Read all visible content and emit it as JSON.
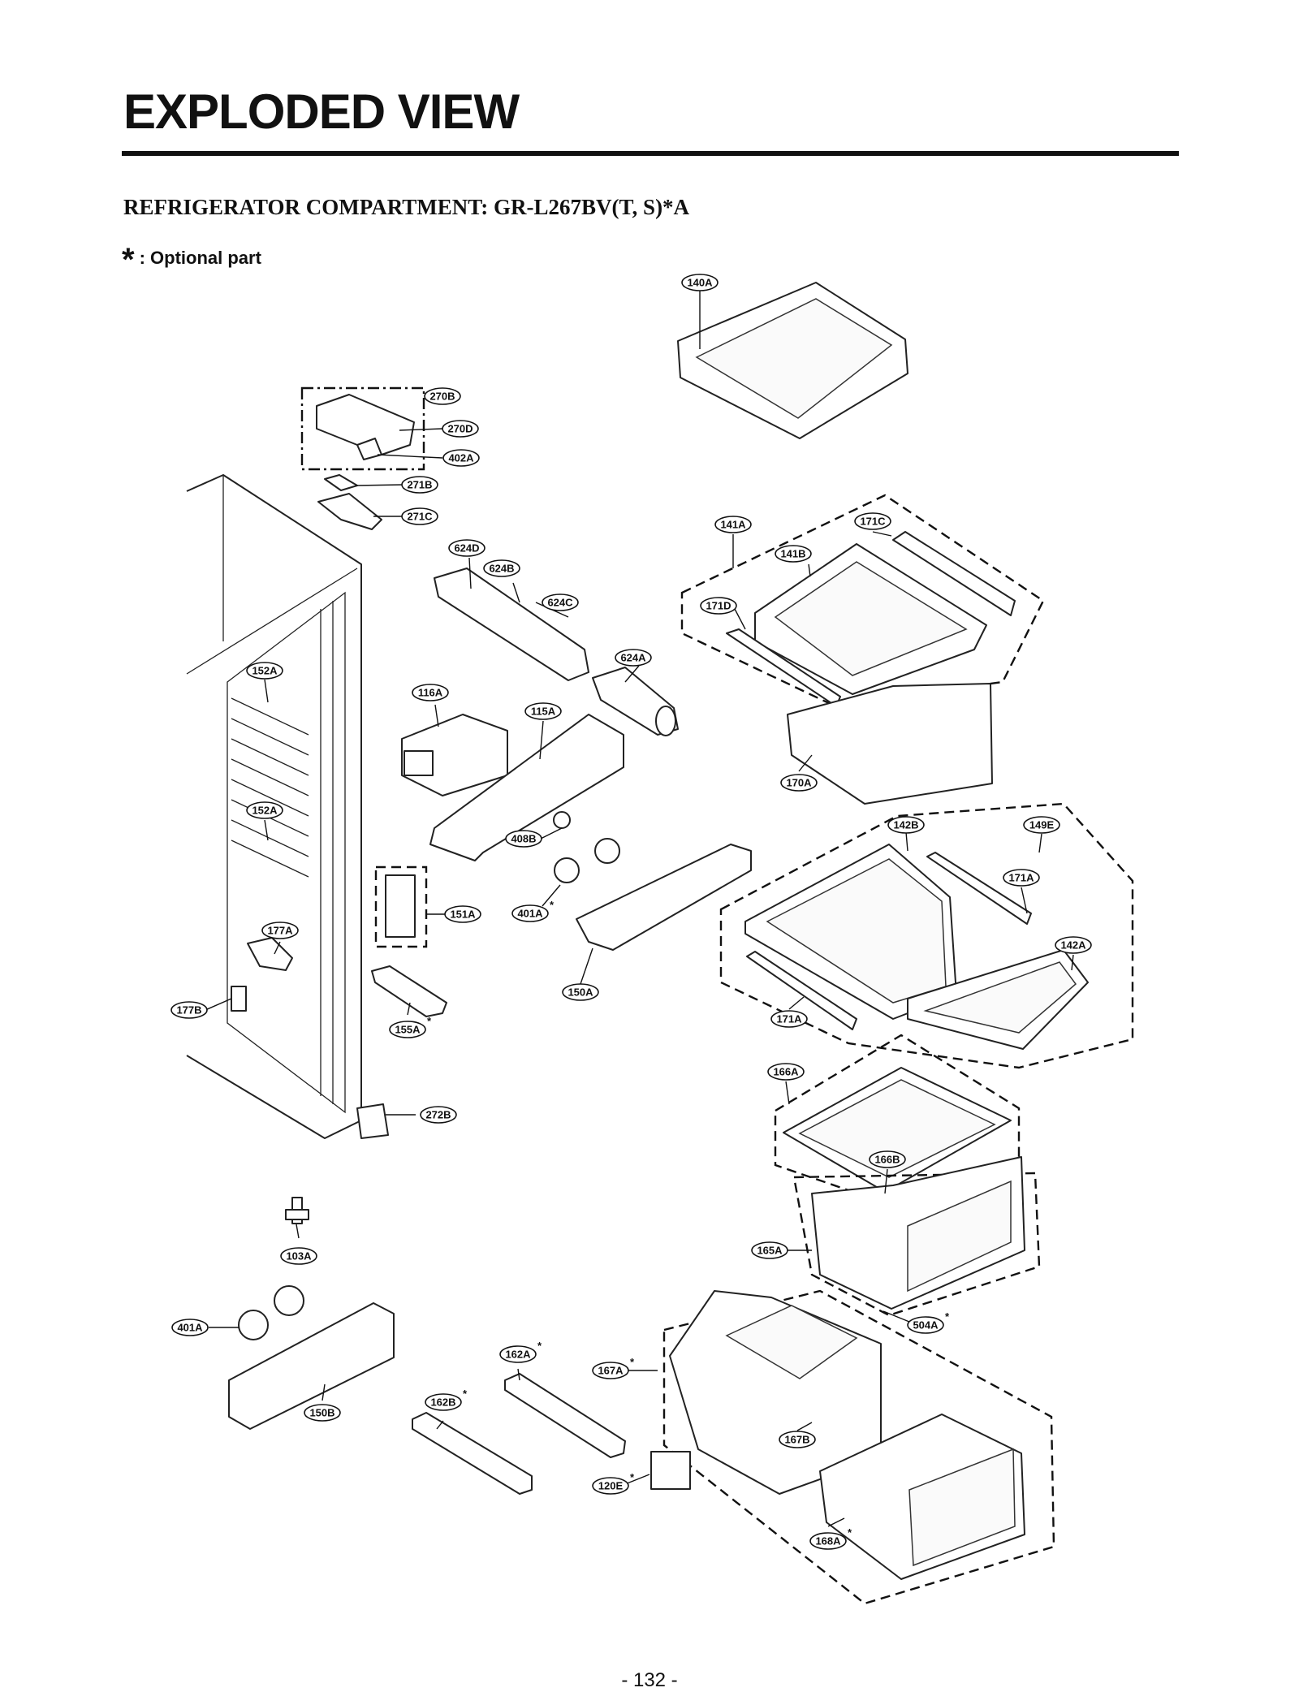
{
  "page": {
    "title": "EXPLODED VIEW",
    "subtitle": "REFRIGERATOR COMPARTMENT: GR-L267BV(T, S)*A",
    "legend_symbol": "*",
    "legend_text": ": Optional part",
    "page_number": "- 132 -"
  },
  "parts": [
    {
      "id": "140A",
      "optional": false
    },
    {
      "id": "270B",
      "optional": false
    },
    {
      "id": "270D",
      "optional": false
    },
    {
      "id": "402A",
      "optional": false
    },
    {
      "id": "271B",
      "optional": false
    },
    {
      "id": "271C",
      "optional": false
    },
    {
      "id": "141A",
      "optional": false
    },
    {
      "id": "171C",
      "optional": false
    },
    {
      "id": "141B",
      "optional": false
    },
    {
      "id": "624D",
      "optional": false
    },
    {
      "id": "624B",
      "optional": false
    },
    {
      "id": "624C",
      "optional": false
    },
    {
      "id": "171D",
      "optional": false
    },
    {
      "id": "624A",
      "optional": false
    },
    {
      "id": "152A",
      "optional": false
    },
    {
      "id": "116A",
      "optional": false
    },
    {
      "id": "115A",
      "optional": false
    },
    {
      "id": "170A",
      "optional": false
    },
    {
      "id": "142B",
      "optional": false
    },
    {
      "id": "149E",
      "optional": false
    },
    {
      "id": "152A",
      "optional": false
    },
    {
      "id": "408B",
      "optional": false
    },
    {
      "id": "171A",
      "optional": false
    },
    {
      "id": "151A",
      "optional": false
    },
    {
      "id": "401A",
      "optional": true
    },
    {
      "id": "177A",
      "optional": false
    },
    {
      "id": "142A",
      "optional": false
    },
    {
      "id": "150A",
      "optional": false
    },
    {
      "id": "177B",
      "optional": false
    },
    {
      "id": "171A",
      "optional": false
    },
    {
      "id": "155A",
      "optional": true
    },
    {
      "id": "166A",
      "optional": false
    },
    {
      "id": "272B",
      "optional": false
    },
    {
      "id": "166B",
      "optional": false
    },
    {
      "id": "103A",
      "optional": false
    },
    {
      "id": "165A",
      "optional": false
    },
    {
      "id": "504A",
      "optional": true
    },
    {
      "id": "401A",
      "optional": false
    },
    {
      "id": "162A",
      "optional": true
    },
    {
      "id": "167A",
      "optional": true
    },
    {
      "id": "150B",
      "optional": false
    },
    {
      "id": "162B",
      "optional": true
    },
    {
      "id": "167B",
      "optional": false
    },
    {
      "id": "120E",
      "optional": true
    },
    {
      "id": "168A",
      "optional": true
    }
  ]
}
